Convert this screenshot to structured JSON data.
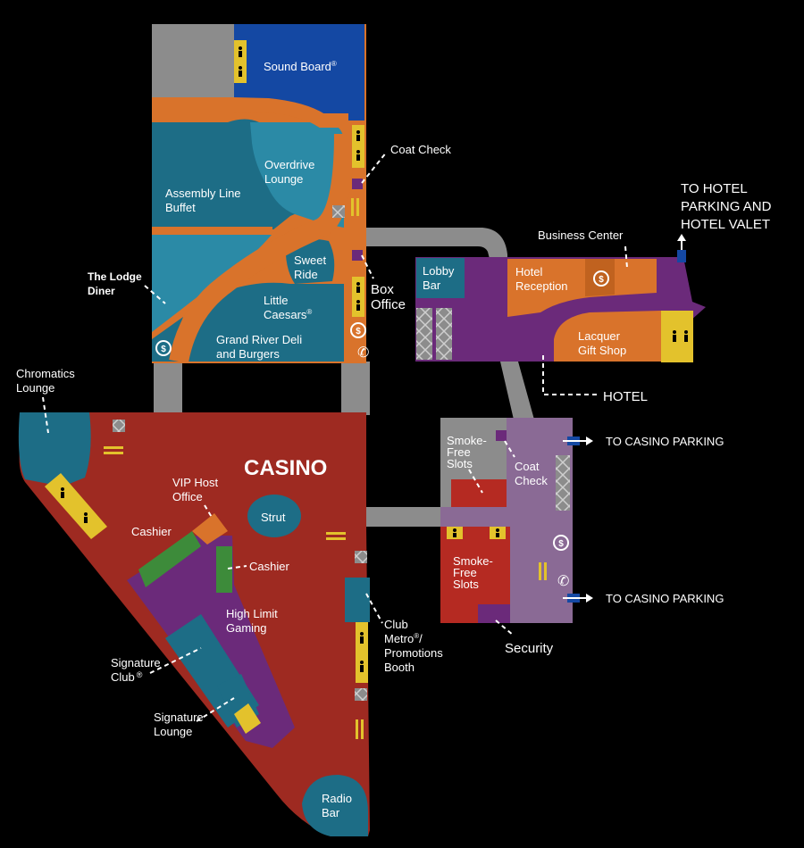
{
  "colors": {
    "background": "#000000",
    "casino": "#9e2a21",
    "orange": "#d9732b",
    "teal": "#1d6d86",
    "teal_light": "#2b8aa6",
    "purple": "#6b2a7a",
    "lavender": "#8a6a95",
    "blue": "#1448a3",
    "gray": "#8c8c8c",
    "green": "#3d8b3a",
    "yellow": "#e3c22c",
    "red": "#b52a22"
  },
  "labels": {
    "sound_board": "Sound Board",
    "sound_board_mark": "®",
    "coat_check_top": "Coat Check",
    "overdrive": [
      "Overdrive",
      "Lounge"
    ],
    "assembly": [
      "Assembly Line",
      "Buffet"
    ],
    "sweet_ride": [
      "Sweet",
      "Ride"
    ],
    "lodge": [
      "The Lodge",
      "Diner"
    ],
    "little_caesars": [
      "Little",
      "Caesars"
    ],
    "little_caesars_mark": "®",
    "grand_river": [
      "Grand River Deli",
      "and Burgers"
    ],
    "box_office": [
      "Box",
      "Office"
    ],
    "hotel_parking": [
      "TO HOTEL",
      "PARKING AND",
      "HOTEL VALET"
    ],
    "business_center": "Business Center",
    "lobby_bar": [
      "Lobby",
      "Bar"
    ],
    "hotel_reception": [
      "Hotel",
      "Reception"
    ],
    "lacquer": [
      "Lacquer",
      "Gift Shop"
    ],
    "hotel": "HOTEL",
    "chromatics": [
      "Chromatics",
      "Lounge"
    ],
    "casino": "CASINO",
    "vip_host": [
      "VIP Host",
      "Office"
    ],
    "strut": "Strut",
    "cashier_left": "Cashier",
    "cashier_right": "Cashier",
    "high_limit": [
      "High Limit",
      "Gaming"
    ],
    "signature_club": [
      "Signature",
      "Club"
    ],
    "signature_club_mark": "®",
    "signature_lounge": [
      "Signature",
      "Lounge"
    ],
    "club_metro": [
      "Club",
      "Metro",
      "/",
      "Promotions",
      "Booth"
    ],
    "club_metro_mark": "®",
    "radio_bar": [
      "Radio",
      "Bar"
    ],
    "smoke_free_top": [
      "Smoke-",
      "Free",
      "Slots"
    ],
    "smoke_free_bottom": [
      "Smoke-",
      "Free",
      "Slots"
    ],
    "coat_check_east": [
      "Coat",
      "Check"
    ],
    "security": "Security",
    "casino_parking_1": "TO CASINO PARKING",
    "casino_parking_2": "TO CASINO PARKING"
  },
  "icons": [
    "restroom-icon",
    "atm-icon",
    "phone-icon",
    "escalator-icon",
    "elevator-icon",
    "arrow-icon"
  ]
}
